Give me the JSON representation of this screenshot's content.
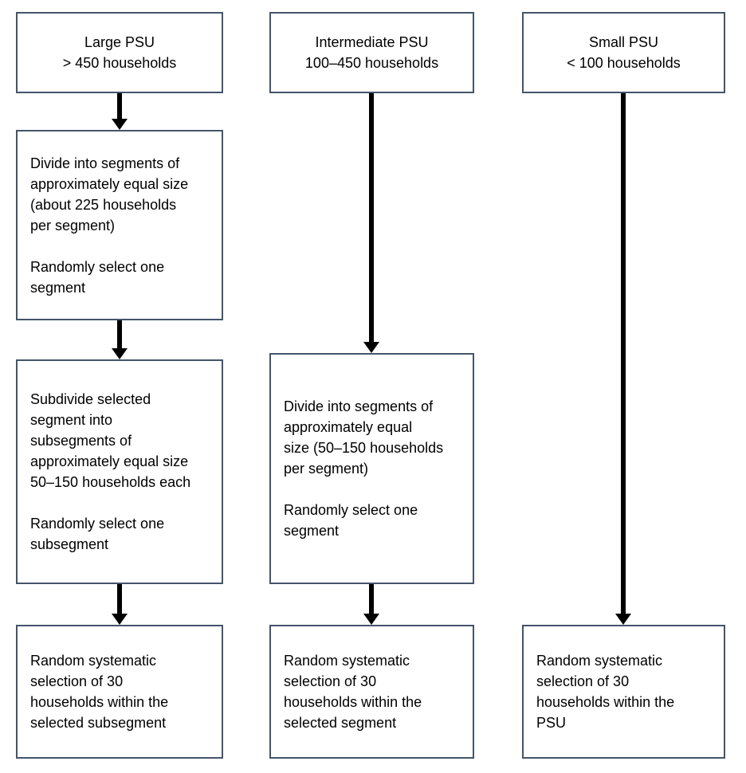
{
  "diagram": {
    "title": "PSU household sampling flowchart",
    "colors": {
      "box_border": "#44546a",
      "arrow": "#000000",
      "background": "#ffffff",
      "text": "#000000"
    },
    "columns": [
      {
        "id": "large-psu",
        "header": "Large PSU\n> 450 households",
        "segment_step": {
          "p1": "Divide into segments of\napproximately equal size\n(about 225 households\nper segment)",
          "p2": "Randomly select one\nsegment"
        },
        "subsegment_step": {
          "p1": "Subdivide selected\nsegment into\nsubsegments of\napproximately equal size\n50–150 households each",
          "p2": "Randomly select one\nsubsegment"
        },
        "final_step": "Random systematic\nselection of 30\nhouseholds within the\nselected subsegment"
      },
      {
        "id": "intermediate-psu",
        "header": "Intermediate PSU\n100–450 households",
        "segment_step": {
          "p1": "Divide into segments of\napproximately equal\nsize (50–150 households\nper segment)",
          "p2": "Randomly select one\nsegment"
        },
        "final_step": "Random systematic\nselection of 30\nhouseholds within the\nselected segment"
      },
      {
        "id": "small-psu",
        "header": "Small PSU\n< 100 households",
        "final_step": "Random systematic\nselection of 30\nhouseholds within the\nPSU"
      }
    ]
  }
}
